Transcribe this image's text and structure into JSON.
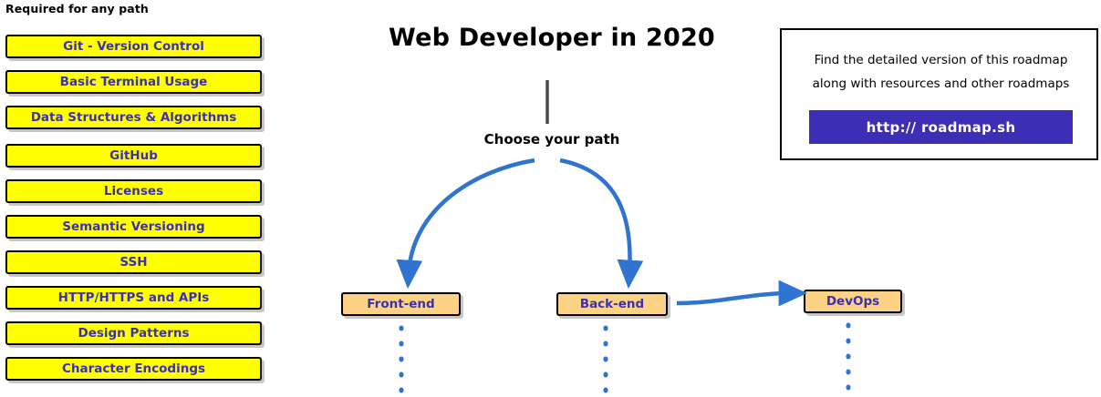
{
  "left_panel": {
    "heading": "Required for any path",
    "items": [
      {
        "label": "Git - Version Control"
      },
      {
        "label": "Basic Terminal Usage"
      },
      {
        "label": "Data Structures & Algorithms"
      },
      {
        "label": "GitHub"
      },
      {
        "label": "Licenses"
      },
      {
        "label": "Semantic Versioning"
      },
      {
        "label": "SSH"
      },
      {
        "label": "HTTP/HTTPS and APIs"
      },
      {
        "label": "Design Patterns"
      },
      {
        "label": "Character Encodings"
      }
    ]
  },
  "title": "Web Developer in 2020",
  "choose_path_label": "Choose your path",
  "paths": [
    {
      "label": "Front-end"
    },
    {
      "label": "Back-end"
    },
    {
      "label": "DevOps"
    }
  ],
  "roadmap_panel": {
    "line1": "Find the detailed version of this roadmap",
    "line2": "along with resources and other roadmaps",
    "button_label": "http:// roadmap.sh"
  },
  "colors": {
    "node_yellow": "#ffff00",
    "node_orange": "#fcd385",
    "text_purple": "#3b2fb5",
    "arrow_blue": "#2e74d0",
    "button_blue": "#3b2fb5",
    "outline_black": "#000000"
  },
  "icons": {
    "dotted_connector": "dotted-line-icon",
    "curved_arrow": "curved-arrow-icon",
    "stem": "vertical-line-icon"
  }
}
